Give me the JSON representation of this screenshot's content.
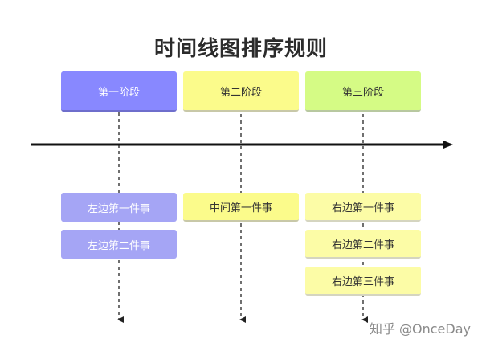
{
  "title": "时间线图排序规则",
  "stages": [
    {
      "label": "第一阶段",
      "color": "#8888ff"
    },
    {
      "label": "第二阶段",
      "color": "#fbfb8b"
    },
    {
      "label": "第三阶段",
      "color": "#d5fb85"
    }
  ],
  "events": {
    "left": [
      "左边第一件事",
      "左边第二件事"
    ],
    "middle": [
      "中间第一件事"
    ],
    "right": [
      "右边第一件事",
      "右边第二件事",
      "右边第三件事"
    ]
  },
  "watermark": "知乎 @OnceDay"
}
